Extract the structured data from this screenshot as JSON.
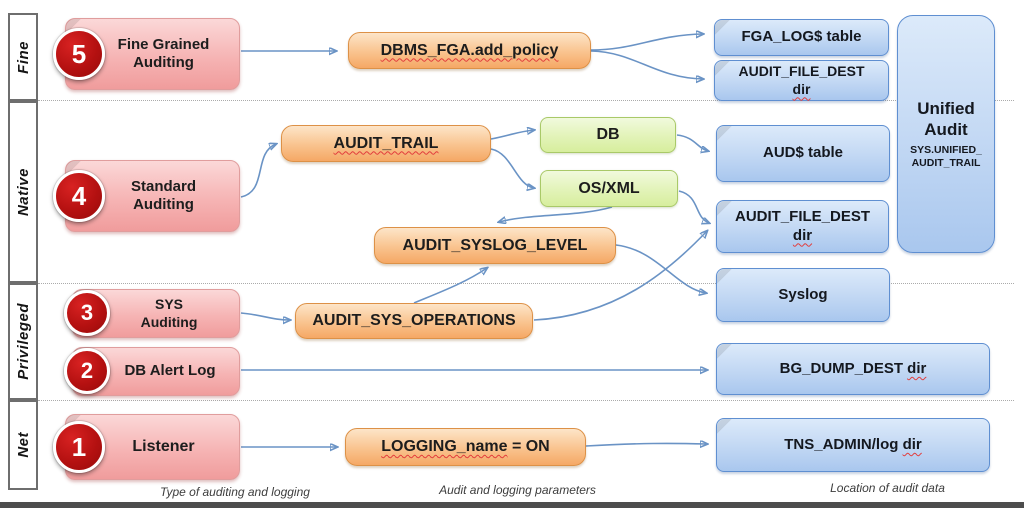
{
  "sections": {
    "fine": "Fine",
    "native": "Native",
    "privileged": "Privileged",
    "net": "Net"
  },
  "badges": {
    "n5": "5",
    "n4": "4",
    "n3": "3",
    "n2": "2",
    "n1": "1"
  },
  "pink": {
    "fine_grained": {
      "line1": "Fine Grained",
      "line2": "Auditing"
    },
    "standard": {
      "line1": "Standard",
      "line2": "Auditing"
    },
    "sys": {
      "line1": "SYS",
      "line2": "Auditing"
    },
    "db_alert": "DB Alert Log",
    "listener": "Listener"
  },
  "orange": {
    "dbms_fga": "DBMS_FGA.add_policy",
    "audit_trail": "AUDIT_TRAIL",
    "audit_syslog_level": "AUDIT_SYSLOG_LEVEL",
    "audit_sys_operations": "AUDIT_SYS_OPERATIONS",
    "logging_sq": "LOGGING_name",
    "logging_rest": " = ON"
  },
  "green": {
    "db": "DB",
    "osxml": "OS/XML"
  },
  "blue": {
    "fga_log": "FGA_LOG$ table",
    "afd1_line1": "AUDIT_FILE_DEST",
    "afd1_line2": "dir",
    "aud": "AUD$ table",
    "afd2_line1": "AUDIT_FILE_DEST",
    "afd2_line2": "dir",
    "syslog": "Syslog",
    "bg_dump": "BG_DUMP_DEST ",
    "bg_dump_sq": "dir",
    "tns": "TNS_ADMIN/log ",
    "tns_sq": "dir"
  },
  "unified": {
    "line1": "Unified",
    "line2": "Audit",
    "sub1": "SYS.UNIFIED_",
    "sub2": "AUDIT_TRAIL"
  },
  "captions": {
    "left": "Type of auditing and logging",
    "middle": "Audit and logging parameters",
    "right": "Location of audit data"
  },
  "colors": {
    "badge_red": "#b51111",
    "pink_box": "#f6b4b4",
    "orange_box": "#f9c38e",
    "green_box": "#e2f3b8",
    "blue_box": "#c4d9f4",
    "arrow_blue": "#6a93c5",
    "squiggle_red": "#e23c3c"
  }
}
